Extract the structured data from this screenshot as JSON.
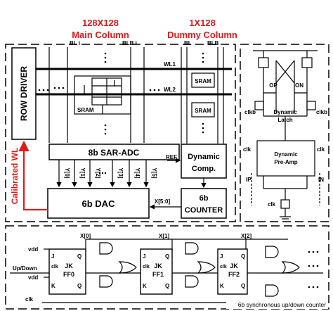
{
  "headers": {
    "main_size": "128X128",
    "main_name": "Main Column",
    "dummy_size": "1X128",
    "dummy_name": "Dummy Column"
  },
  "bitlines": {
    "bl_i": "BL  i",
    "blb_i": "BLB  i",
    "bl": "BL",
    "blb": "BLB"
  },
  "wordlines": {
    "wl1": "WL1",
    "wl2": "WL2"
  },
  "blocks": {
    "row_driver": "ROW DRIVER",
    "sram_cell": "SRAM",
    "dummy_sram_1": "SRAM",
    "dummy_sram_2": "SRAM",
    "sar_adc": "8b SAR-ADC",
    "dynamic_comp_line1": "Dynamic",
    "dynamic_comp_line2": "Comp.",
    "ref": "REF",
    "counter_line1": "6b",
    "counter_line2": "COUNTER",
    "dac": "6b DAC",
    "x_bus": "X[5:0]",
    "calibrated_wl": "Calibrated WL",
    "adc_outputs": [
      "Y[0]",
      "Y[1]",
      "Y[2]",
      "Y[3]",
      "Y[4]",
      "Y[5]"
    ]
  },
  "comparator": {
    "op": "OP",
    "on": "ON",
    "clkb_left": "clkb",
    "clkb_right": "clkb",
    "latch_line1": "Dynamic",
    "latch_line2": "Latch",
    "clk_left": "clk",
    "clk_right": "clk",
    "preamp_line1": "Dynamic",
    "preamp_line2": "Pre-Amp",
    "ip": "IP",
    "in": "IN",
    "clk_tail": "clk"
  },
  "counter_detail": {
    "up_down": "Up/Down",
    "vdd_1": "vdd",
    "vdd_2": "vdd",
    "outputs": [
      "X[0]",
      "X[1]",
      "X[2]"
    ],
    "flipflops": [
      {
        "j": "J",
        "k": "K",
        "clk": "clk",
        "l1": "JK",
        "l2": "FF0",
        "q": "Q",
        "qb": "Q"
      },
      {
        "j": "J",
        "k": "K",
        "clk": "clk",
        "l1": "JK",
        "l2": "FF1",
        "q": "Q",
        "qb": "Q"
      },
      {
        "j": "J",
        "k": "K",
        "clk": "clk",
        "l1": "JK",
        "l2": "FF2",
        "q": "Q",
        "qb": "Q"
      }
    ],
    "clk_in": "clk",
    "caption": "6b synchronous up/down counter"
  },
  "colors": {
    "accent_red": "#e0191b",
    "line": "#000000"
  }
}
